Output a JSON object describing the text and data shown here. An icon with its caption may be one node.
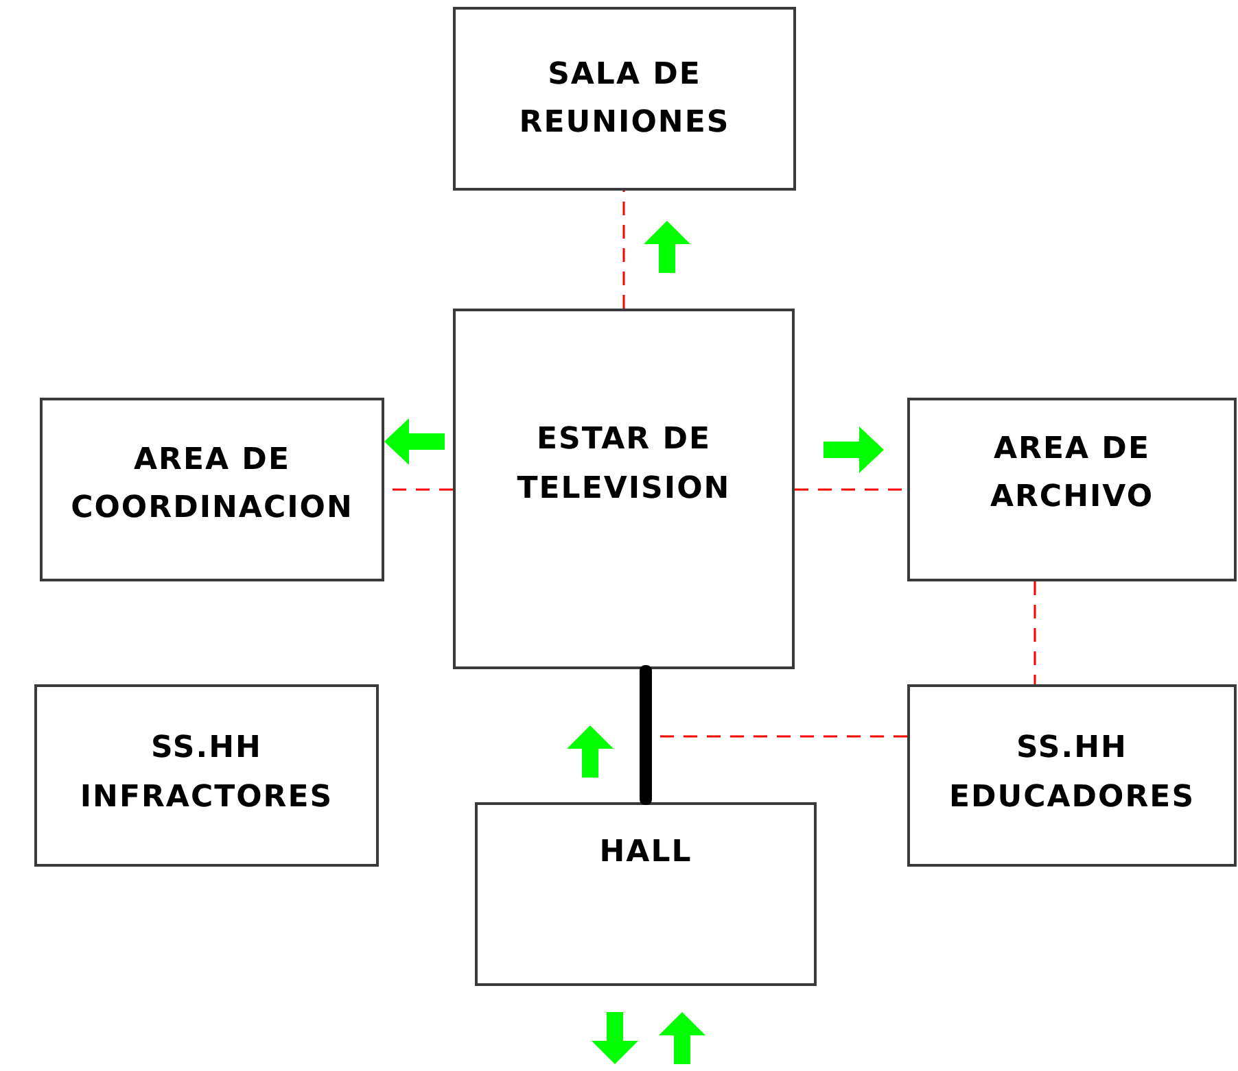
{
  "diagram": {
    "nodes": [
      {
        "text": [
          "SALA DE REUNIONES"
        ]
      },
      {
        "text": [
          "ESTAR DE TELEVISION"
        ]
      },
      {
        "text": [
          "AREA DE COORDINACION"
        ]
      },
      {
        "text": [
          "AREA DE ARCHIVO"
        ]
      },
      {
        "text": [
          "SS.HH INFRACTORES"
        ]
      },
      {
        "text": [
          "HALL"
        ]
      },
      {
        "text": [
          "SS.HH EDUCADORES"
        ]
      },
      {
        "text": [],
        "shape": "bar"
      }
    ],
    "edges": [
      {
        "from": 1,
        "to": 0,
        "arrow": "none",
        "style": "dashed"
      },
      {
        "from": 1,
        "to": 2,
        "arrow": "none",
        "style": "dashed"
      },
      {
        "from": 1,
        "to": 3,
        "arrow": "none",
        "style": "dashed"
      },
      {
        "from": 3,
        "to": 6,
        "arrow": "none",
        "style": "dashed"
      },
      {
        "from": 6,
        "to": 7,
        "arrow": "none",
        "style": "dashed"
      }
    ]
  }
}
